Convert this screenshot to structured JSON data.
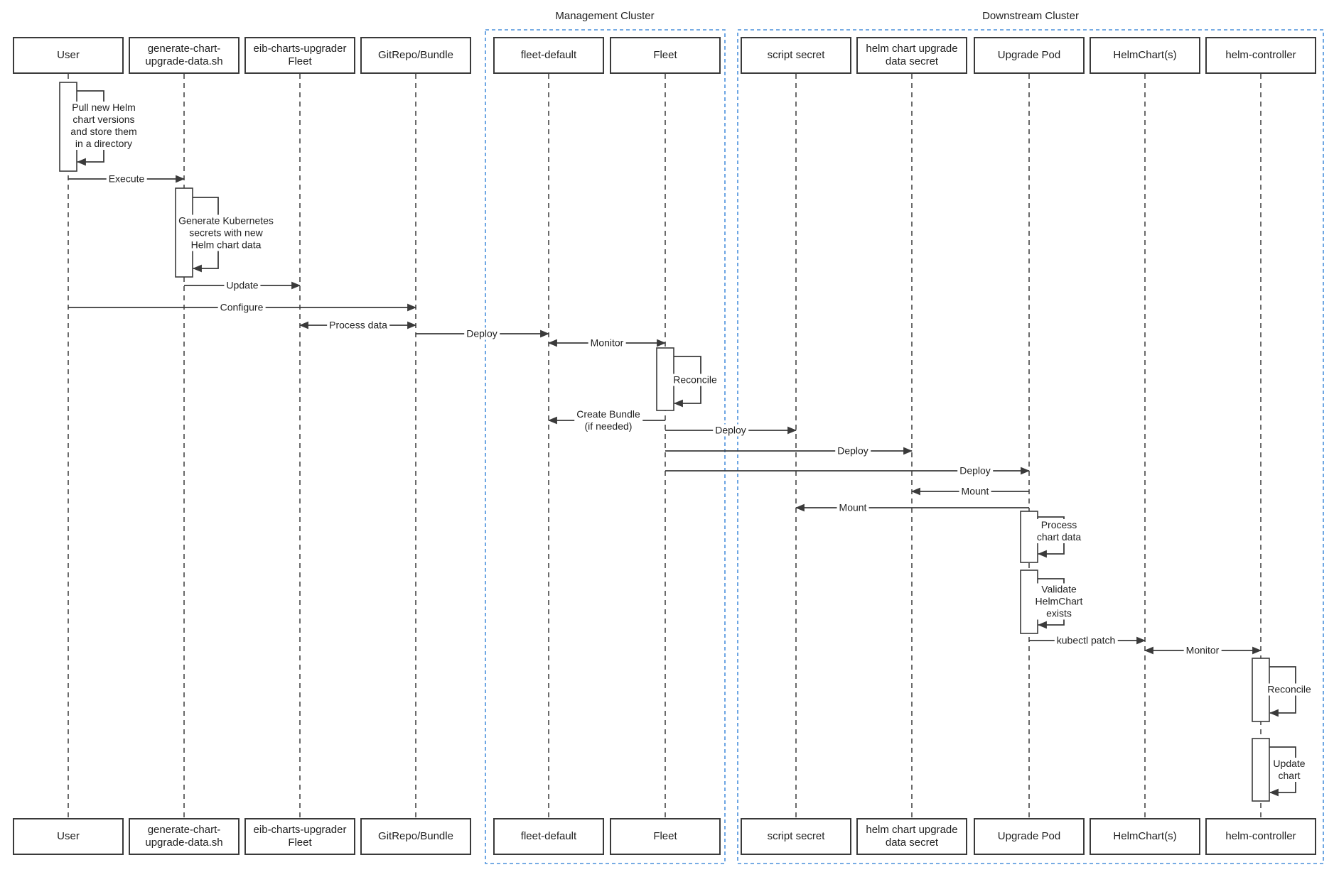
{
  "clusters": [
    {
      "label": "Management Cluster"
    },
    {
      "label": "Downstream Cluster"
    }
  ],
  "participants": [
    {
      "label": "User"
    },
    {
      "label": "generate-chart-upgrade-data.sh"
    },
    {
      "label": "eib-charts-upgrader Fleet"
    },
    {
      "label": "GitRepo/Bundle"
    },
    {
      "label": "fleet-default"
    },
    {
      "label": "Fleet"
    },
    {
      "label": "script secret"
    },
    {
      "label": "helm chart upgrade data secret"
    },
    {
      "label": "Upgrade Pod"
    },
    {
      "label": "HelmChart(s)"
    },
    {
      "label": "helm-controller"
    }
  ],
  "messages": [
    {
      "label": "Execute",
      "from": "User",
      "to": "generate-chart-upgrade-data.sh",
      "arrow": "right"
    },
    {
      "label": "Update",
      "from": "generate-chart-upgrade-data.sh",
      "to": "eib-charts-upgrader Fleet",
      "arrow": "right"
    },
    {
      "label": "Configure",
      "from": "User",
      "to": "GitRepo/Bundle",
      "arrow": "right"
    },
    {
      "label": "Process data",
      "from": "eib-charts-upgrader Fleet",
      "to": "GitRepo/Bundle",
      "arrow": "both"
    },
    {
      "label": "Deploy",
      "from": "GitRepo/Bundle",
      "to": "fleet-default",
      "arrow": "right"
    },
    {
      "label": "Monitor",
      "from": "fleet-default",
      "to": "Fleet",
      "arrow": "both"
    },
    {
      "label": "Create Bundle",
      "sublabel": "(if needed)",
      "from": "Fleet",
      "to": "fleet-default",
      "arrow": "left"
    },
    {
      "label": "Deploy",
      "from": "Fleet",
      "to": "script secret",
      "arrow": "right"
    },
    {
      "label": "Deploy",
      "from": "Fleet",
      "to": "helm chart upgrade data secret",
      "arrow": "right"
    },
    {
      "label": "Deploy",
      "from": "Fleet",
      "to": "Upgrade Pod",
      "arrow": "right"
    },
    {
      "label": "Mount",
      "from": "Upgrade Pod",
      "to": "helm chart upgrade data secret",
      "arrow": "left"
    },
    {
      "label": "Mount",
      "from": "Upgrade Pod",
      "to": "script secret",
      "arrow": "left"
    },
    {
      "label": "kubectl patch",
      "from": "Upgrade Pod",
      "to": "HelmChart(s)",
      "arrow": "right"
    },
    {
      "label": "Monitor",
      "from": "HelmChart(s)",
      "to": "helm-controller",
      "arrow": "both"
    }
  ],
  "self_messages": [
    {
      "participant": "User",
      "lines": [
        "Pull new Helm",
        "chart versions",
        "and store them",
        "in a directory"
      ]
    },
    {
      "participant": "generate-chart-upgrade-data.sh",
      "lines": [
        "Generate Kubernetes",
        "secrets with new",
        "Helm chart data"
      ]
    },
    {
      "participant": "Fleet",
      "lines": [
        "Reconcile"
      ]
    },
    {
      "participant": "Upgrade Pod",
      "lines": [
        "Process",
        "chart data"
      ]
    },
    {
      "participant": "Upgrade Pod",
      "lines": [
        "Validate",
        "HelmChart",
        "exists"
      ]
    },
    {
      "participant": "helm-controller",
      "lines": [
        "Reconcile"
      ]
    },
    {
      "participant": "helm-controller",
      "lines": [
        "Update",
        "chart"
      ]
    }
  ],
  "colors": {
    "line": "#3a3a3a",
    "cluster_border": "#4a91dc",
    "text": "#1f1f1f",
    "background": "#ffffff"
  }
}
